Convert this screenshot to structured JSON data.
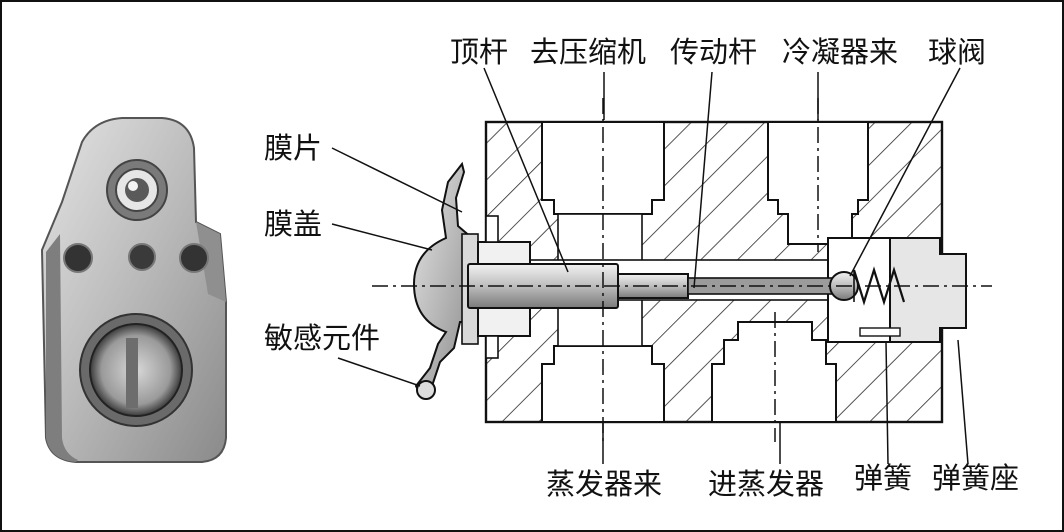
{
  "labels": {
    "ejector_pin": "顶杆",
    "to_compressor": "去压缩机",
    "drive_rod": "传动杆",
    "from_condenser": "冷凝器来",
    "ball_valve": "球阀",
    "diaphragm": "膜片",
    "diaphragm_cover": "膜盖",
    "sensing_element": "敏感元件",
    "from_evaporator": "蒸发器来",
    "to_evaporator": "进蒸发器",
    "spring": "弹簧",
    "spring_seat": "弹簧座"
  },
  "colors": {
    "ink": "#111111",
    "hatch": "#2a2a2a",
    "port_fill": "#ffffff",
    "valve_gray": "#cfcfcf",
    "photo_body": "#bdbdbd",
    "photo_shadow": "#6e6e6e"
  }
}
